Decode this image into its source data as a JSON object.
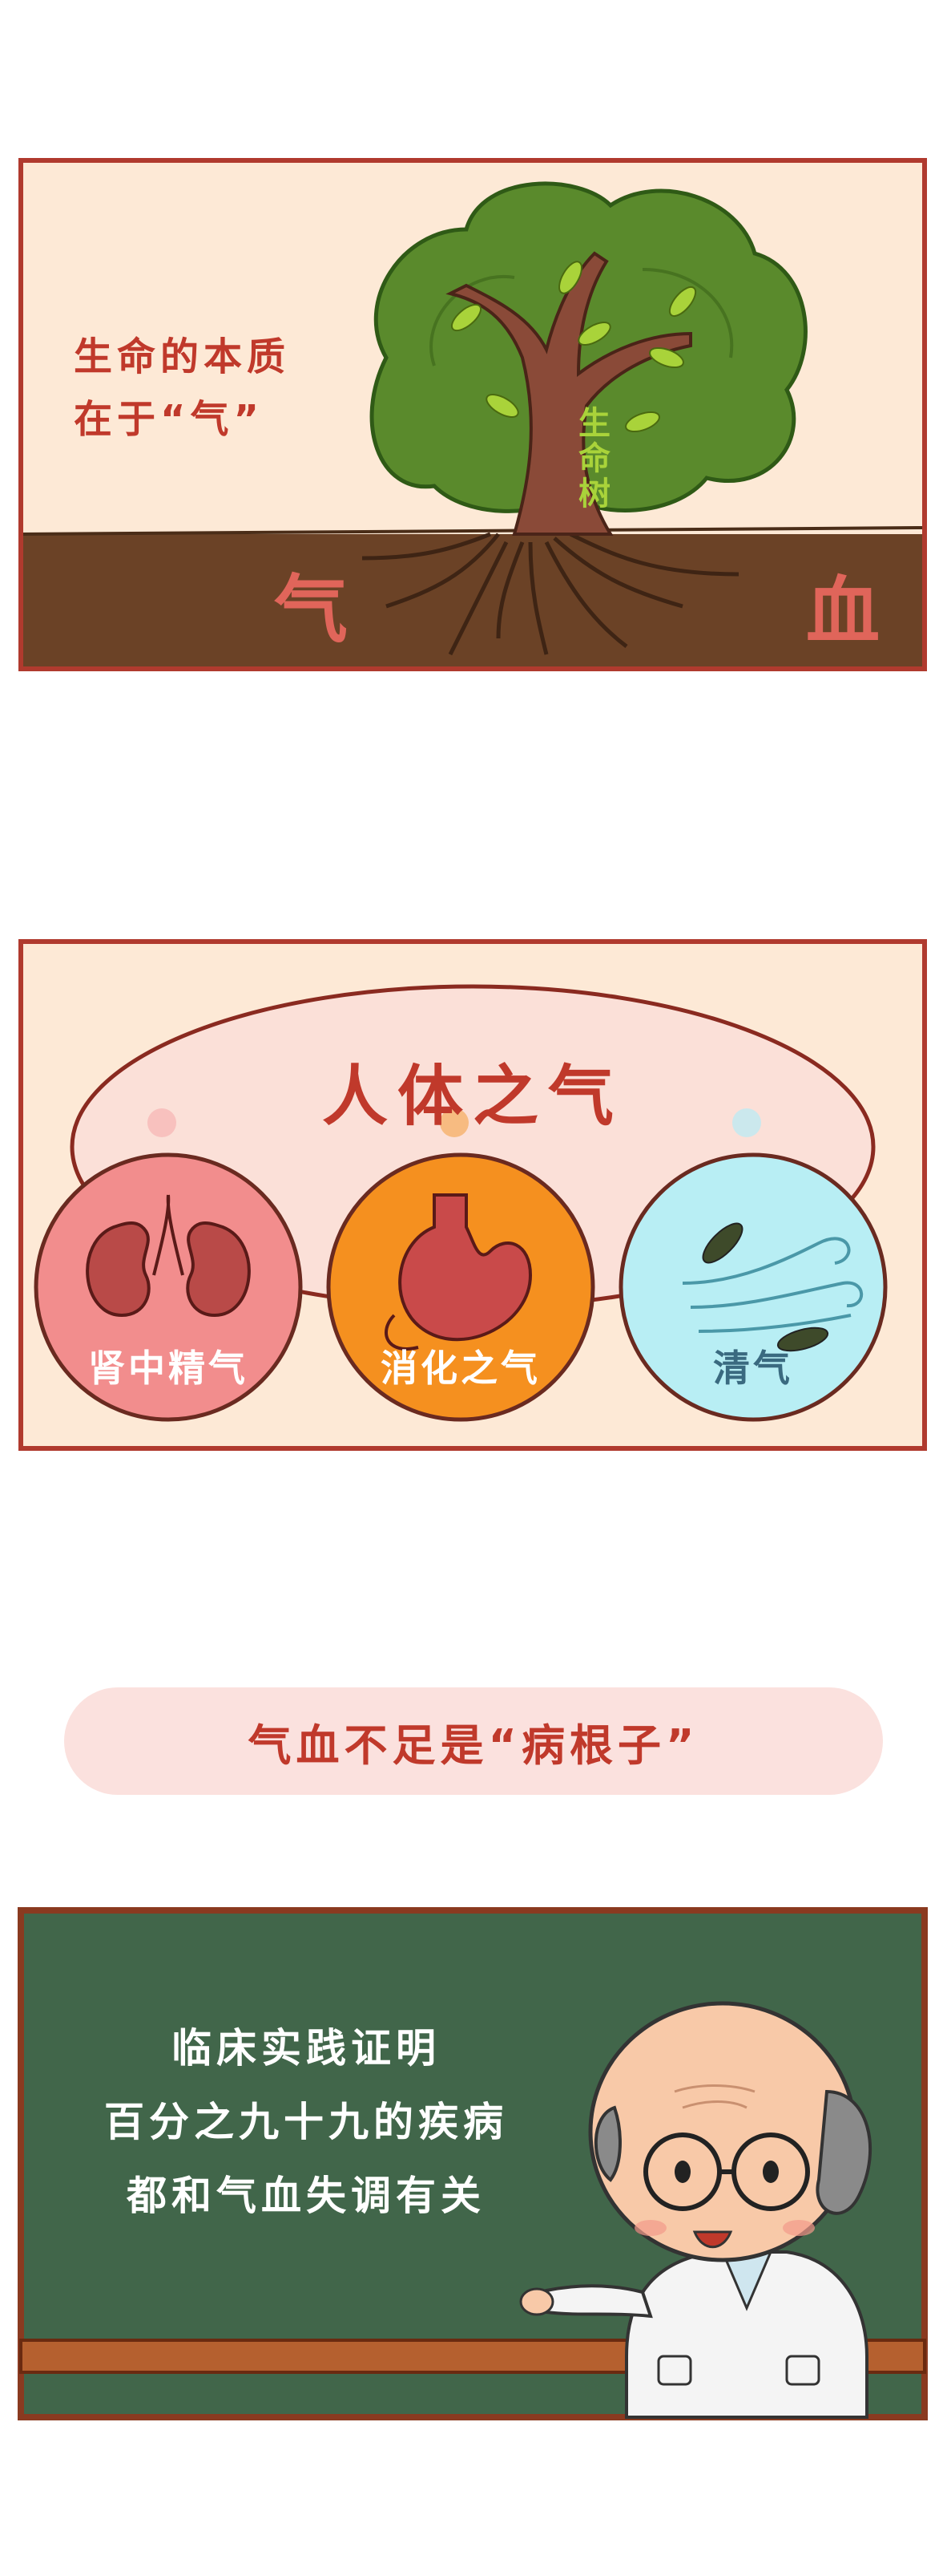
{
  "panel1": {
    "caption": [
      "生命的本质",
      "在于“气”"
    ],
    "tree_label": [
      "生",
      "命",
      "树"
    ],
    "left_word": "气",
    "right_word": "血"
  },
  "panel2": {
    "title": "人体之气",
    "items": [
      {
        "label": "肾中精气",
        "icon": "kidneys-icon",
        "color": "#f28d8d"
      },
      {
        "label": "消化之气",
        "icon": "stomach-icon",
        "color": "#f5901f"
      },
      {
        "label": "清气",
        "icon": "wind-leaves-icon",
        "color": "#b8eef4"
      }
    ]
  },
  "banner": {
    "text": "气血不足是“病根子”"
  },
  "panel3": {
    "lines": [
      "临床实践证明",
      "百分之九十九的疾病",
      "都和气血失调有关"
    ],
    "character": "doctor-icon"
  },
  "colors": {
    "border": "#b03a2e",
    "cream": "#fde9d6",
    "soil": "#6b4226",
    "chalkboard": "#41664a",
    "red_text": "#c0392b"
  }
}
